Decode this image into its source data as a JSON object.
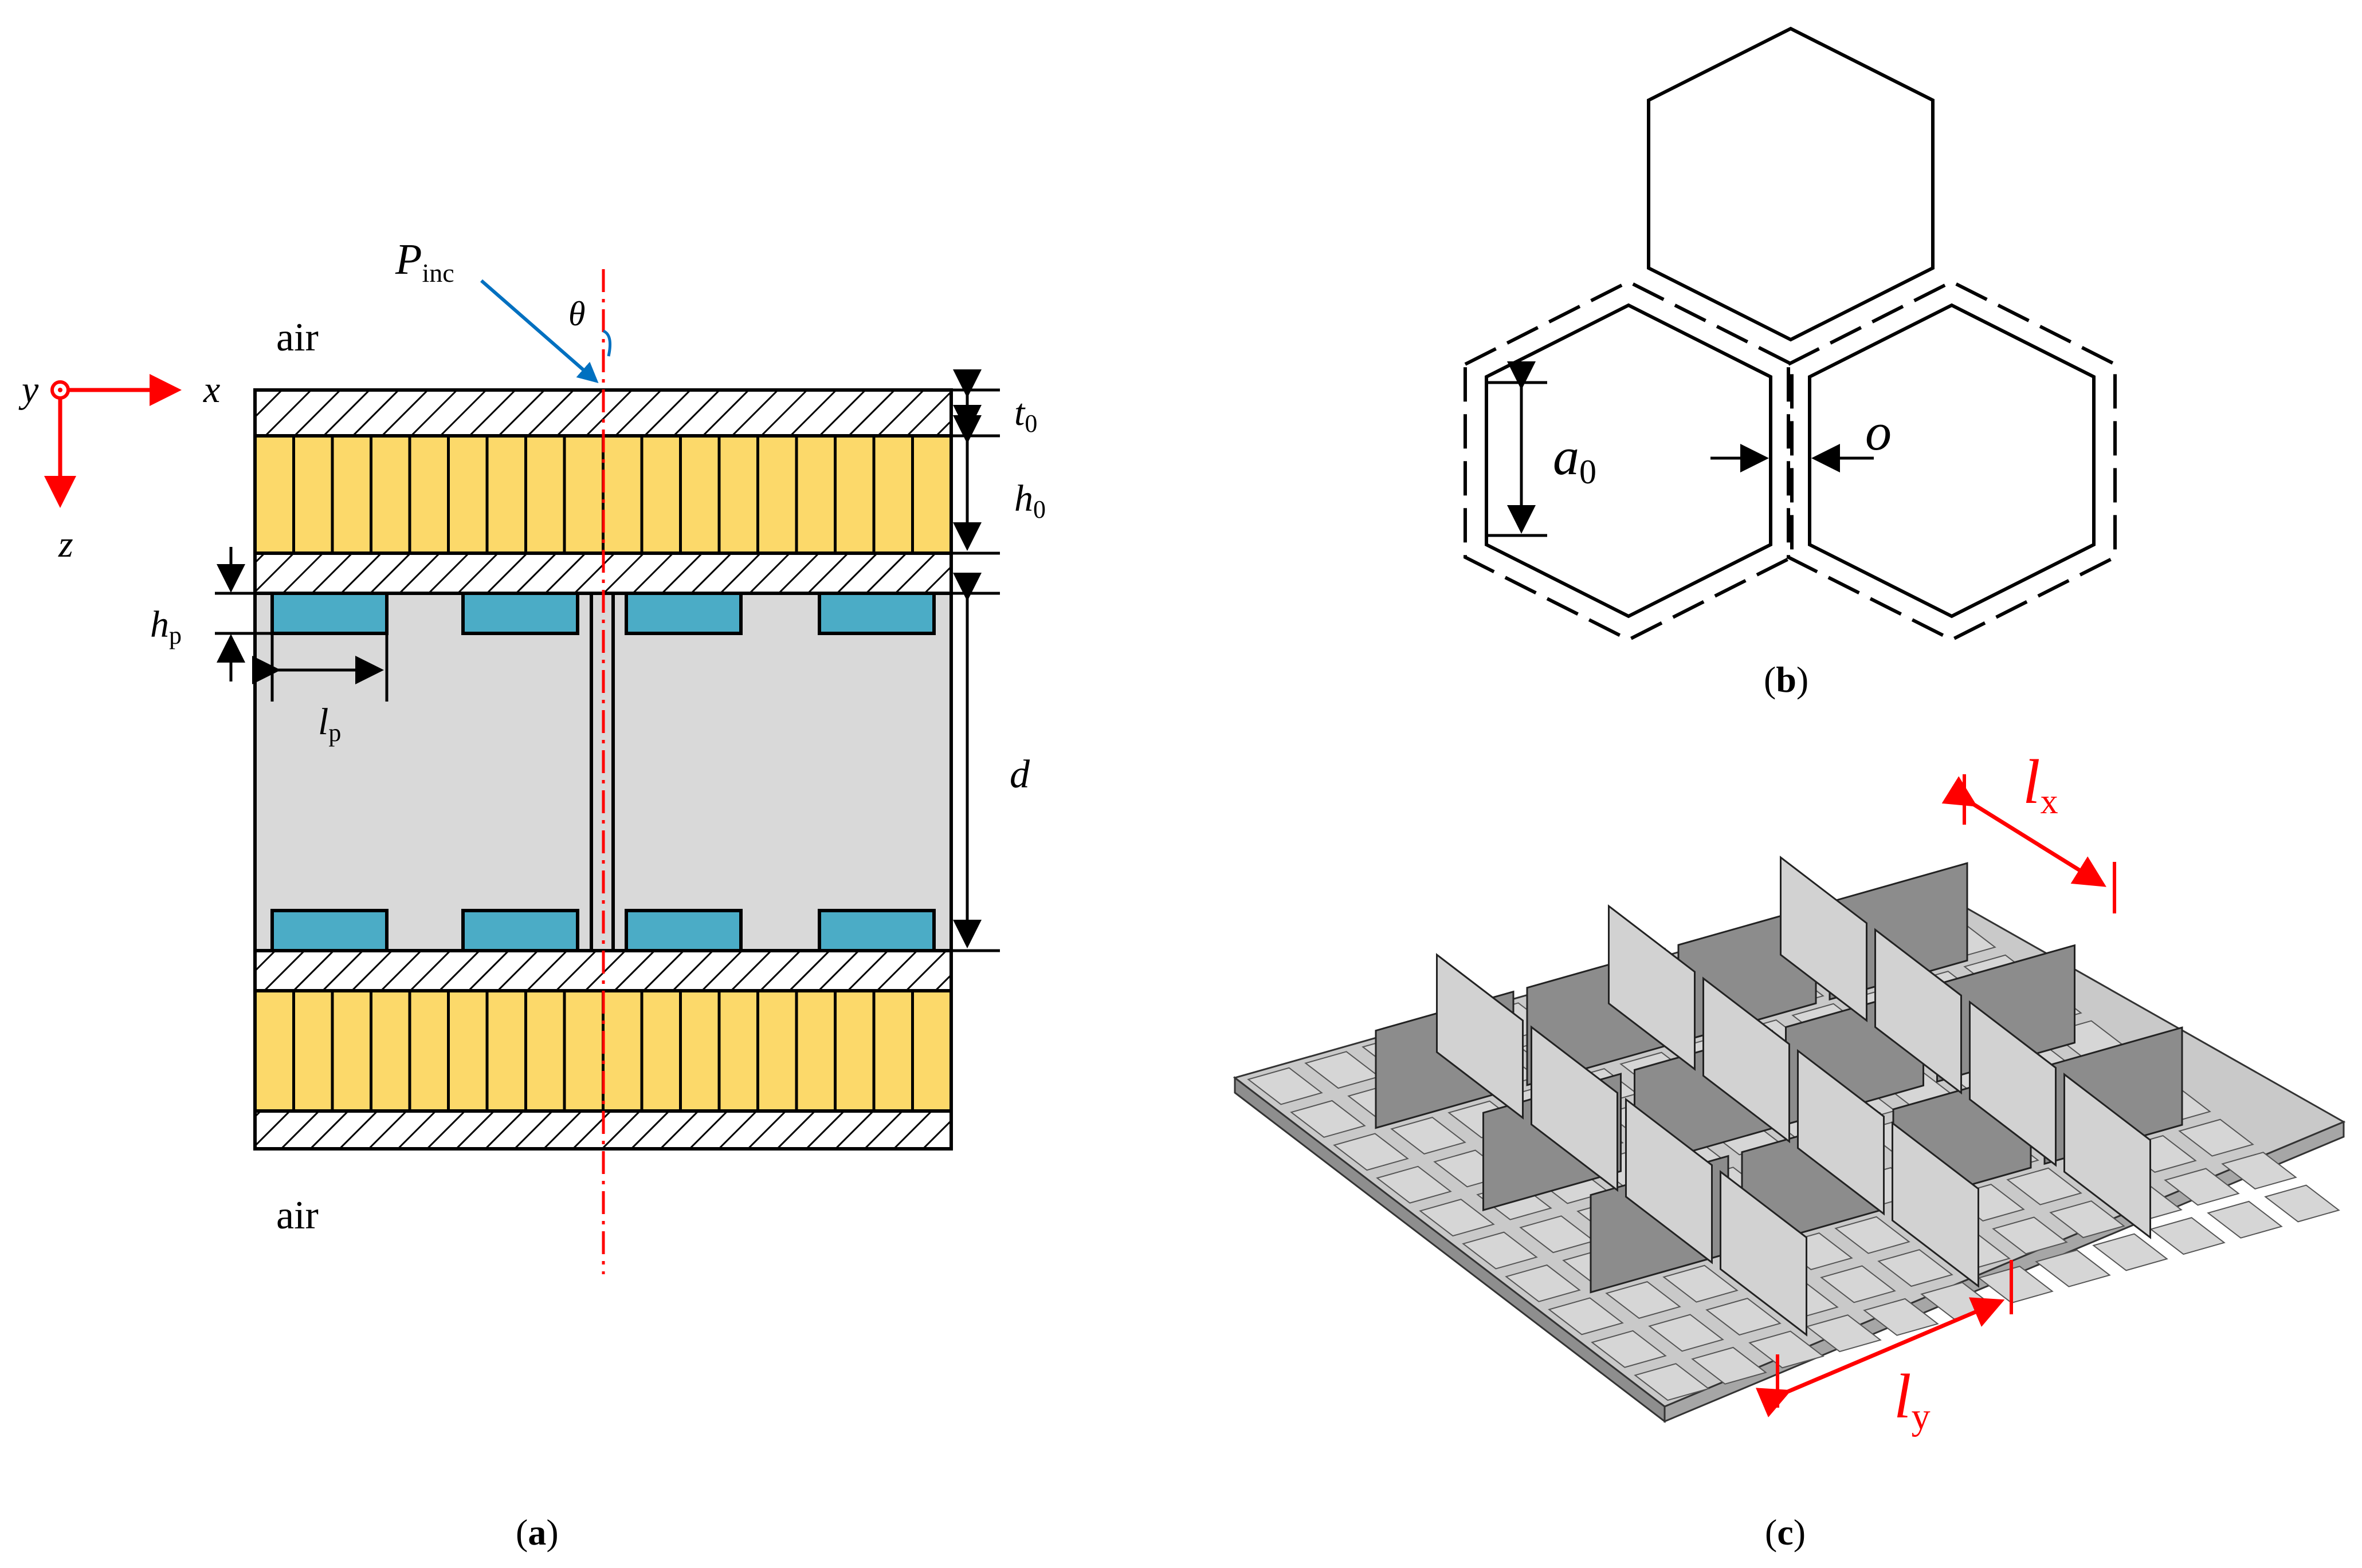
{
  "panels": {
    "a": {
      "caption_open": "(",
      "caption_letter": "a",
      "caption_close": ")",
      "air_top": "air",
      "air_bottom": "air",
      "axis_x": "x",
      "axis_y": "y",
      "axis_z": "z",
      "incident_P": "P",
      "incident_sub": "inc",
      "angle": "θ",
      "dim_t0": "t",
      "dim_t0_sub": "0",
      "dim_h0": "h",
      "dim_h0_sub": "0",
      "dim_hp": "h",
      "dim_hp_sub": "p",
      "dim_lp": "l",
      "dim_lp_sub": "p",
      "dim_d": "d"
    },
    "b": {
      "caption_open": "(",
      "caption_letter": "b",
      "caption_close": ")",
      "dim_a0": "a",
      "dim_a0_sub": "0",
      "dim_o": "o"
    },
    "c": {
      "caption_open": "(",
      "caption_letter": "c",
      "caption_close": ")",
      "dim_lx": "l",
      "dim_lx_sub": "x",
      "dim_ly": "l",
      "dim_ly_sub": "y"
    }
  },
  "colors": {
    "honeycomb_core": "#FCD96A",
    "patch": "#4BACC6",
    "cavity": "#D9D9D9",
    "axis_red": "#FF0000",
    "incident_blue": "#0070C0",
    "wall_dark": "#8C8C8C",
    "wall_light": "#D2D2D2",
    "plate": "#B0B0B0"
  }
}
